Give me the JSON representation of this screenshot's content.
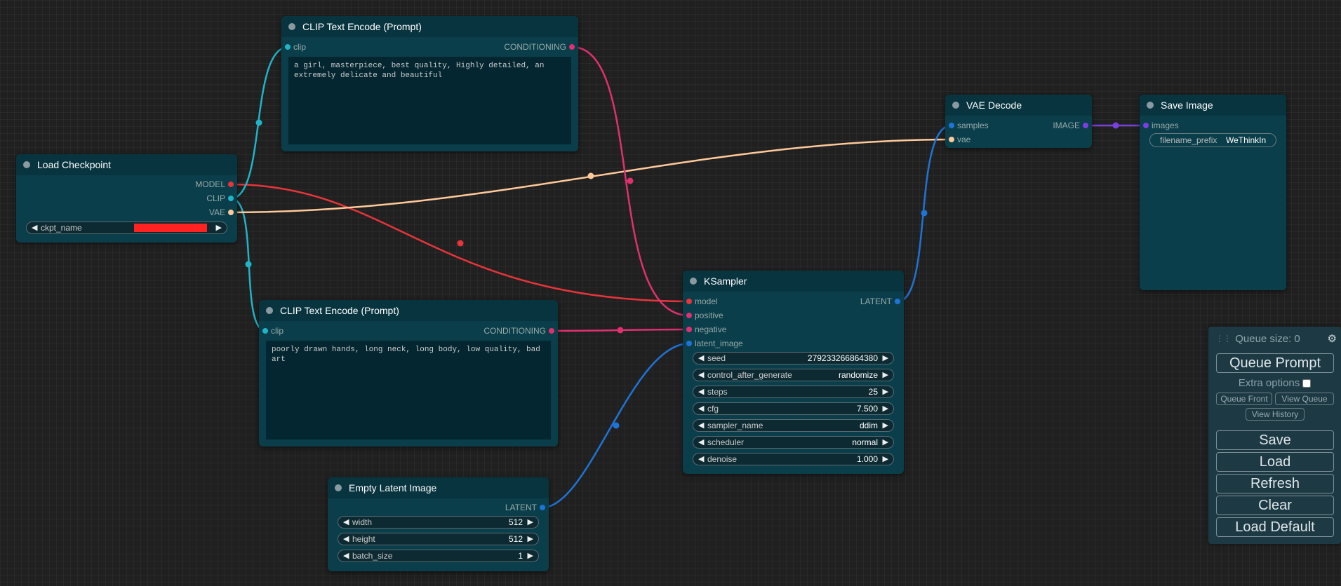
{
  "colors": {
    "model": "#e8343a",
    "clip": "#1fb4c8",
    "vae": "#ffc99a",
    "conditioning": "#e0306f",
    "latent": "#1e74d6",
    "image": "#7b3fe0",
    "node_bg": "#0a3e4a"
  },
  "nodes": {
    "load_checkpoint": {
      "title": "Load Checkpoint",
      "outputs": {
        "model": "MODEL",
        "clip": "CLIP",
        "vae": "VAE"
      },
      "widget_ckpt_name": "ckpt_name"
    },
    "clip_pos": {
      "title": "CLIP Text Encode (Prompt)",
      "input_clip": "clip",
      "output": "CONDITIONING",
      "text": "a girl, masterpiece, best quality, Highly detailed, an extremely delicate and beautiful"
    },
    "clip_neg": {
      "title": "CLIP Text Encode (Prompt)",
      "input_clip": "clip",
      "output": "CONDITIONING",
      "text": "poorly drawn hands, long neck, long body, low quality, bad art"
    },
    "empty_latent": {
      "title": "Empty Latent Image",
      "output": "LATENT",
      "widgets": [
        {
          "name": "width",
          "value": "512"
        },
        {
          "name": "height",
          "value": "512"
        },
        {
          "name": "batch_size",
          "value": "1"
        }
      ]
    },
    "ksampler": {
      "title": "KSampler",
      "inputs": {
        "model": "model",
        "positive": "positive",
        "negative": "negative",
        "latent_image": "latent_image"
      },
      "output": "LATENT",
      "widgets": [
        {
          "name": "seed",
          "value": "279233266864380"
        },
        {
          "name": "control_after_generate",
          "value": "randomize"
        },
        {
          "name": "steps",
          "value": "25"
        },
        {
          "name": "cfg",
          "value": "7.500"
        },
        {
          "name": "sampler_name",
          "value": "ddim"
        },
        {
          "name": "scheduler",
          "value": "normal"
        },
        {
          "name": "denoise",
          "value": "1.000"
        }
      ]
    },
    "vae_decode": {
      "title": "VAE Decode",
      "inputs": {
        "samples": "samples",
        "vae": "vae"
      },
      "output": "IMAGE"
    },
    "save_image": {
      "title": "Save Image",
      "input_images": "images",
      "filename_prefix_label": "filename_prefix",
      "filename_prefix_value": "WeThinkIn"
    }
  },
  "menu": {
    "queue_size": "Queue size: 0",
    "queue_prompt": "Queue Prompt",
    "extra_options": "Extra options",
    "queue_front": "Queue Front",
    "view_queue": "View Queue",
    "view_history": "View History",
    "save": "Save",
    "load": "Load",
    "refresh": "Refresh",
    "clear": "Clear",
    "load_default": "Load Default"
  }
}
